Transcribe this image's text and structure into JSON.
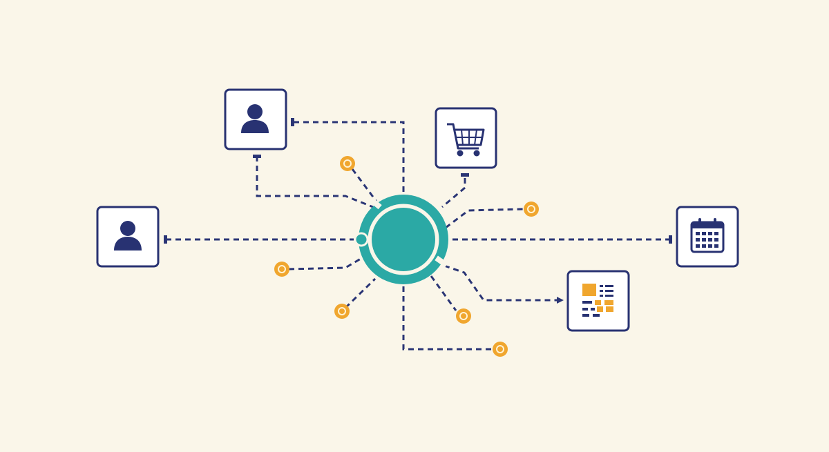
{
  "colors": {
    "background": "#faf6e9",
    "hub": "#2ba9a5",
    "line": "#2a3575",
    "node": "#f0a62e",
    "card_fill": "#ffffff",
    "card_stroke": "#283272"
  },
  "hub": {
    "icon": "hub-circle-icon"
  },
  "cards": [
    {
      "id": "user-top",
      "icon": "user-icon"
    },
    {
      "id": "user-left",
      "icon": "user-icon"
    },
    {
      "id": "cart",
      "icon": "shopping-cart-icon"
    },
    {
      "id": "calendar",
      "icon": "calendar-icon"
    },
    {
      "id": "dashboard",
      "icon": "dashboard-grid-icon"
    }
  ],
  "endpoint_nodes": {
    "count": 6,
    "icon": "orange-dot-icon"
  }
}
